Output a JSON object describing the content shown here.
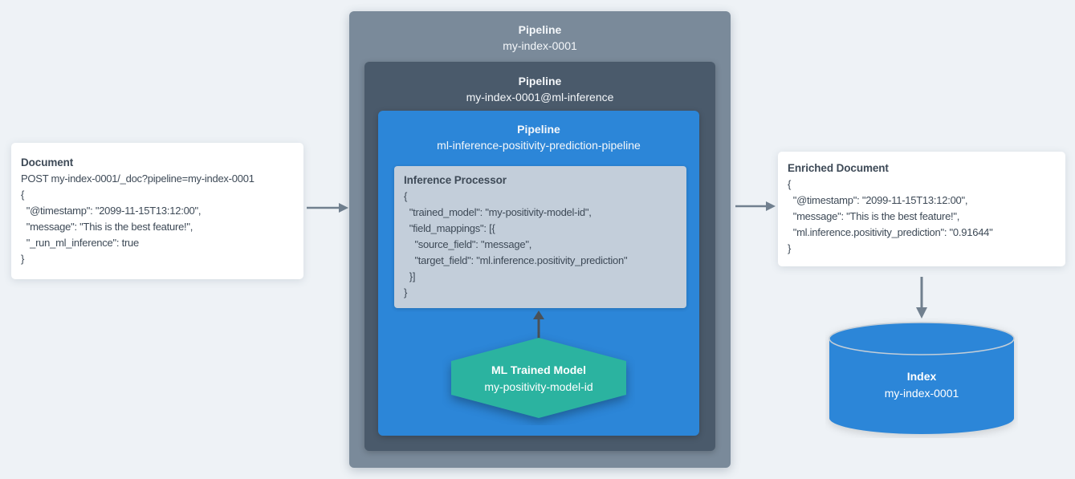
{
  "diagram": {
    "background_color": "#EEF2F6",
    "document": {
      "title": "Document",
      "code": "POST my-index-0001/_doc?pipeline=my-index-0001\n{\n  \"@timestamp\": \"2099-11-15T13:12:00\",\n  \"message\": \"This is the best feature!\",\n  \"_run_ml_inference\": true\n}"
    },
    "pipeline_outer": {
      "title": "Pipeline",
      "name": "my-index-0001",
      "color": "#7A8A9A"
    },
    "pipeline_mid": {
      "title": "Pipeline",
      "name": "my-index-0001@ml-inference",
      "color": "#4A5A6B"
    },
    "pipeline_inner": {
      "title": "Pipeline",
      "name": "ml-inference-positivity-prediction-pipeline",
      "color": "#2C86D8"
    },
    "inference_processor": {
      "title": "Inference Processor",
      "code": "{\n  \"trained_model\": \"my-positivity-model-id\",\n  \"field_mappings\": [{\n    \"source_field\": \"message\",\n    \"target_field\": \"ml.inference.positivity_prediction\"\n  }]\n}",
      "color": "#C3CEDA"
    },
    "ml_trained_model": {
      "title": "ML Trained Model",
      "name": "my-positivity-model-id",
      "color": "#2BB3A0"
    },
    "enriched_document": {
      "title": "Enriched Document",
      "code": "{\n  \"@timestamp\": \"2099-11-15T13:12:00\",\n  \"message\": \"This is the best feature!\",\n  \"ml.inference.positivity_prediction\": \"0.91644\"\n}"
    },
    "index": {
      "title": "Index",
      "name": "my-index-0001",
      "color": "#2C86D8"
    },
    "arrow_color": "#71808F",
    "arrow_dark_color": "#4A5158"
  }
}
